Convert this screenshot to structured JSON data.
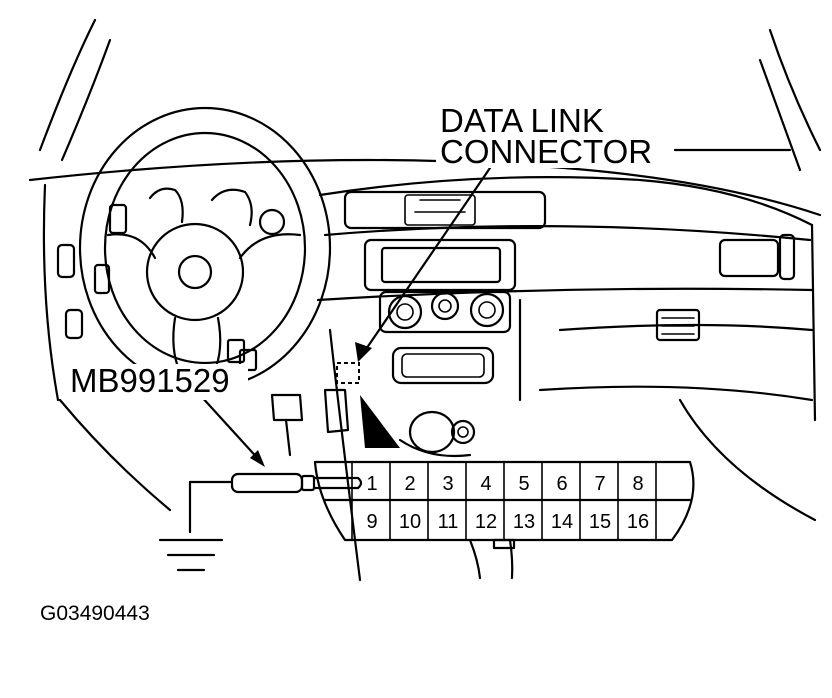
{
  "callouts": {
    "connector_line1": "DATA LINK",
    "connector_line2": "CONNECTOR",
    "tool": "MB991529"
  },
  "connector_pins": {
    "top_row": [
      "1",
      "2",
      "3",
      "4",
      "5",
      "6",
      "7",
      "8"
    ],
    "bottom_row": [
      "9",
      "10",
      "11",
      "12",
      "13",
      "14",
      "15",
      "16"
    ]
  },
  "figure_id": "G03490443"
}
